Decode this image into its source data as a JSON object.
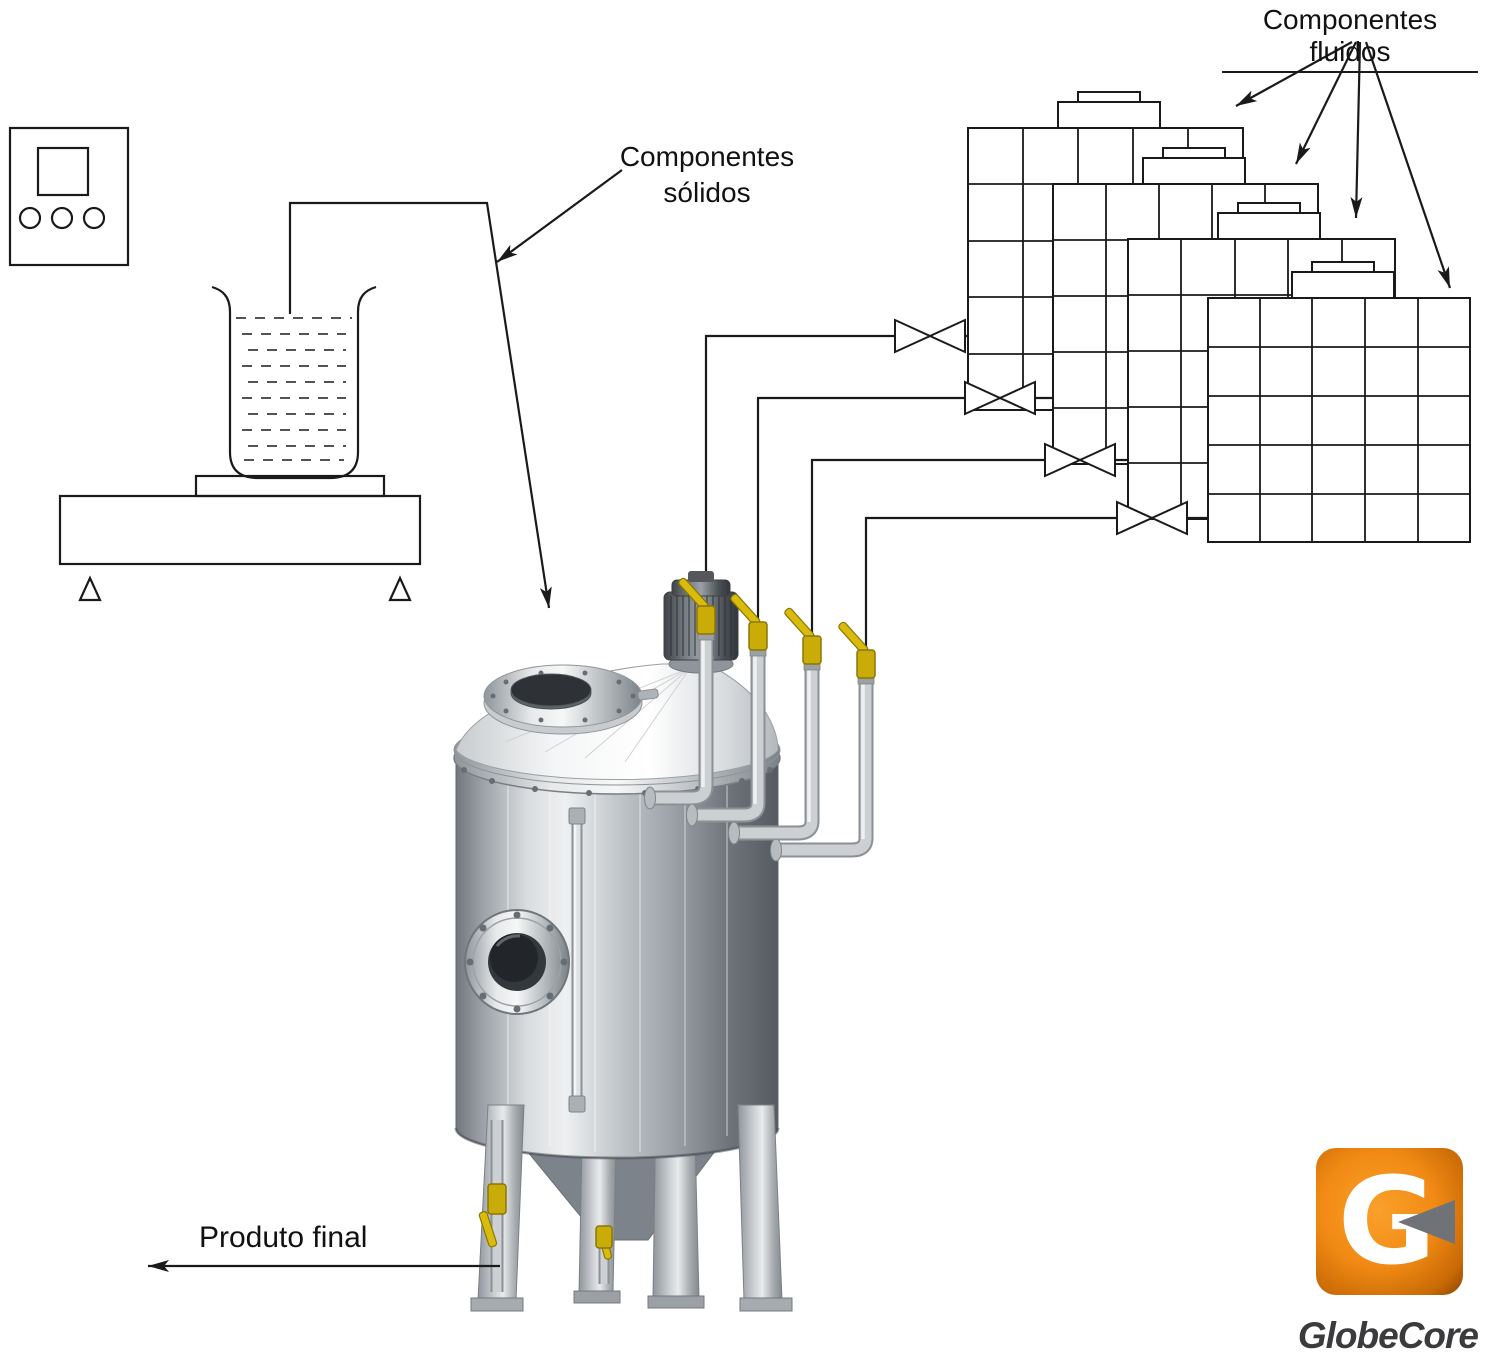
{
  "labels": {
    "fluid_components": "Componentes fluidos",
    "solid_components": "Componentes sólidos",
    "final_product": "Produto final"
  },
  "logo": {
    "monogram": "G",
    "brand": "GlobeCore"
  },
  "colors": {
    "line": "#1a1a1a",
    "valve_handle_yellow": "#d2b60b",
    "steel_light": "#d6d9db",
    "steel_dark": "#5a6066",
    "logo_orange": "#f18a14",
    "brand_text": "#3b3b3d"
  },
  "equipment": {
    "fluid_containers": 4,
    "pipeline_valves": 4,
    "tank_inlet_valves": 4
  }
}
